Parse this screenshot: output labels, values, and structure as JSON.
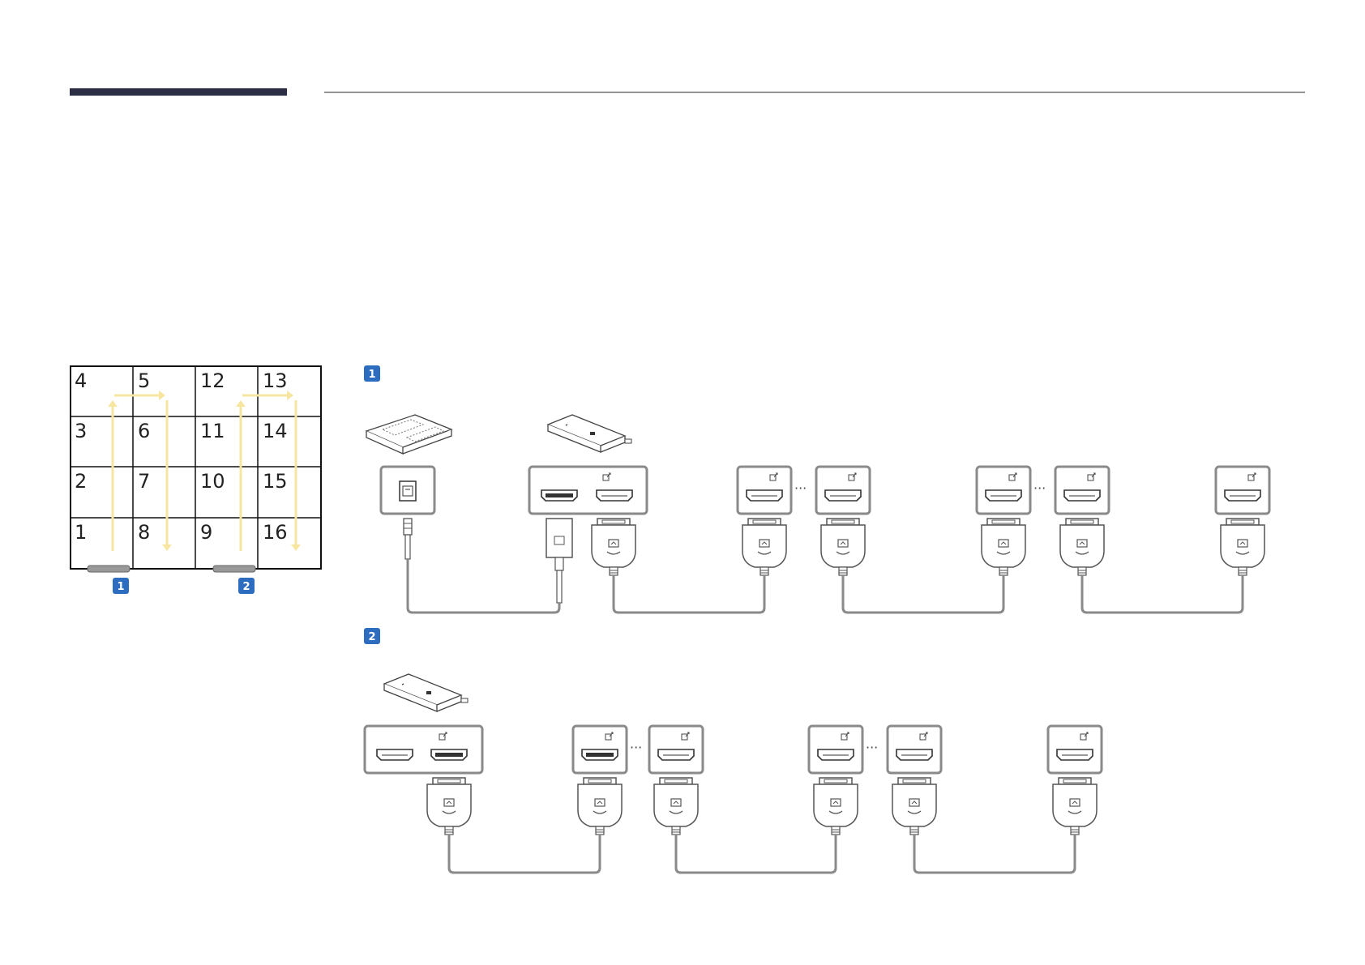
{
  "colors": {
    "header_bar": "#2b2e45",
    "header_line": "#555555",
    "badge": "#2d6dbf",
    "arrow": "#f7e6a0",
    "port_box": "#8a8a8a",
    "cable": "#8a8a8a",
    "grid_line": "#111111"
  },
  "grid": {
    "rows": [
      [
        "4",
        "5",
        "12",
        "13"
      ],
      [
        "3",
        "6",
        "11",
        "14"
      ],
      [
        "2",
        "7",
        "10",
        "15"
      ],
      [
        "1",
        "8",
        "9",
        "16"
      ]
    ],
    "groups": [
      {
        "badge": "1"
      },
      {
        "badge": "2"
      }
    ]
  },
  "sections": [
    {
      "badge": "1",
      "source_devices": [
        "media-box-icon",
        "network-dongle-icon"
      ],
      "chain_segments": 4
    },
    {
      "badge": "2",
      "source_devices": [
        "network-dongle-icon"
      ],
      "chain_segments": 3
    }
  ],
  "separator_glyph": "···"
}
